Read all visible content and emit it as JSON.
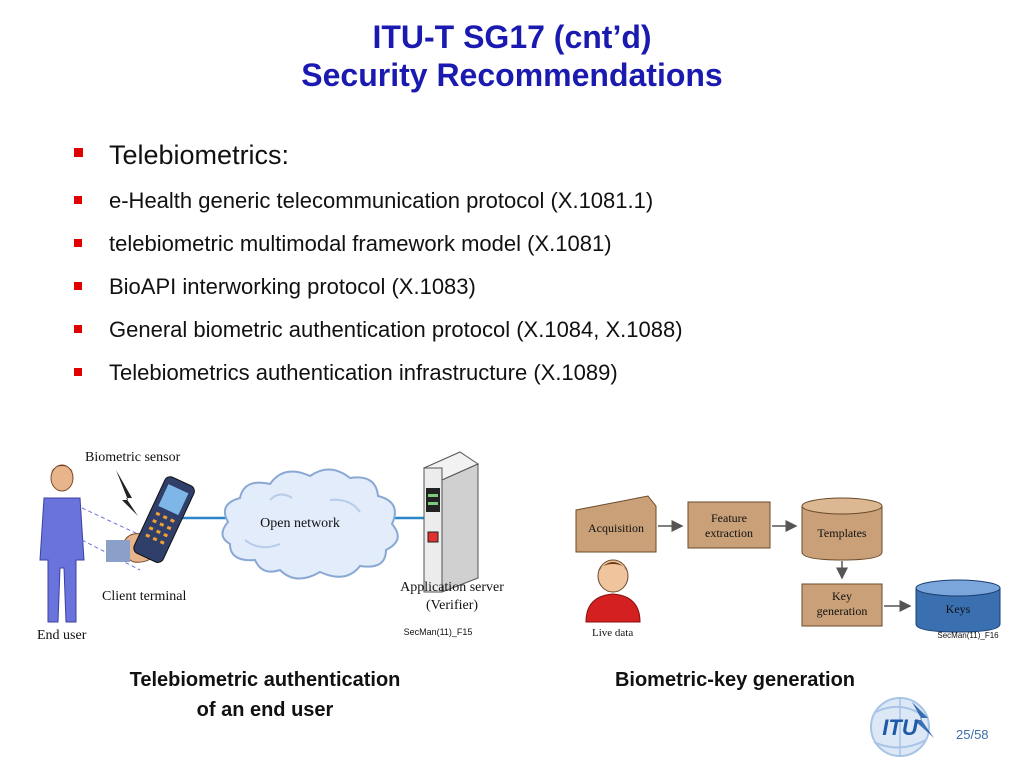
{
  "title": {
    "line1": "ITU-T SG17 (cnt’d)",
    "line2": "Security Recommendations"
  },
  "bullets": [
    "Telebiometrics:",
    "e-Health generic telecommunication protocol (X.1081.1)",
    "telebiometric multimodal framework model (X.1081)",
    "BioAPI interworking protocol (X.1083)",
    "General biometric authentication protocol (X.1084, X.1088)",
    "Telebiometrics authentication infrastructure (X.1089)"
  ],
  "figure_left": {
    "biometric_sensor": "Biometric sensor",
    "client_terminal": "Client terminal",
    "end_user": "End user",
    "open_network": "Open network",
    "app_server_line1": "Application server",
    "app_server_line2": "(Verifier)",
    "code": "SecMan(11)_F15",
    "caption_line1": "Telebiometric authentication",
    "caption_line2": "of an end user"
  },
  "figure_right": {
    "acquisition": "Acquisition",
    "feature_line1": "Feature",
    "feature_line2": "extraction",
    "templates": "Templates",
    "key_line1": "Key",
    "key_line2": "generation",
    "keys": "Keys",
    "live_data": "Live data",
    "code": "SecMan(11)_F16",
    "caption": "Biometric-key generation"
  },
  "logo": {
    "text": "ITU"
  },
  "page_number": "25/58",
  "colors": {
    "title": "#1a1ab0",
    "bullet": "#e00000",
    "box": "#c9a078",
    "keys": "#3a6fb0"
  }
}
